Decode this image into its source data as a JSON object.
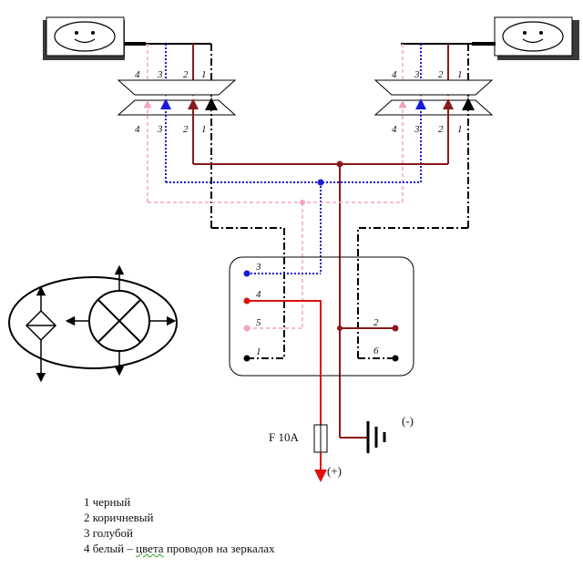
{
  "mirror_pins": [
    "4",
    "3",
    "2",
    "1"
  ],
  "switch_pins": [
    "3",
    "4",
    "5",
    "1",
    "2",
    "6"
  ],
  "fuse_label": "F 10A",
  "plus_label": "(+)",
  "minus_label": "(-)",
  "legend": [
    "1 черный",
    "2 коричневый",
    "3 голубой",
    "4 белый – цвета проводов на зеркалах"
  ],
  "legend_underlined_word": "цвета",
  "colors": {
    "black": "#000000",
    "brown": "#8b1a1a",
    "blue": "#1a1adb",
    "pink": "#f5a3c0",
    "red": "#e01010"
  }
}
